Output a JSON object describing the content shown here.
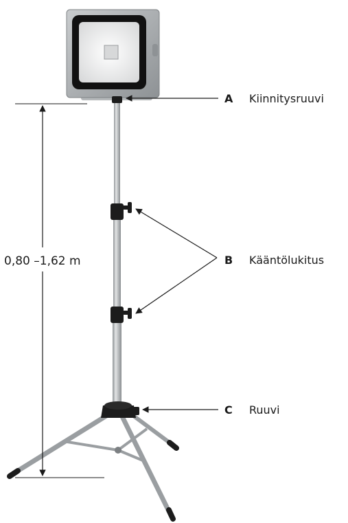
{
  "callouts": [
    {
      "letter": "A",
      "name": "Kiinnitysruuvi"
    },
    {
      "letter": "B",
      "name": "Kääntölukitus"
    },
    {
      "letter": "C",
      "name": "Ruuvi"
    }
  ],
  "dimension": {
    "text": "0,80 –1,62 m"
  },
  "colors": {
    "ink": "#1a1a1a",
    "tube": "#b9bcbf",
    "knob": "#1c1c1c",
    "frame": "#a7abae",
    "glass": "#eeeeee"
  }
}
